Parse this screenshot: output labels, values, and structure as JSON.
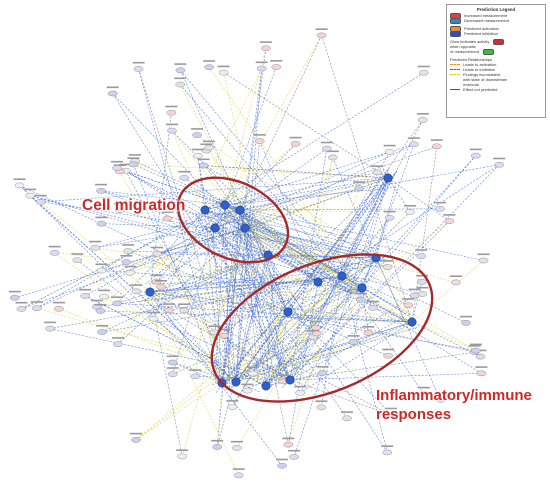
{
  "legend": {
    "title": "Prediction Legend",
    "measurement_items": [
      {
        "label": "Increased measurement",
        "color": "#e0413a"
      },
      {
        "label": "Decreased measurement",
        "color": "#3a7ed6"
      }
    ],
    "prediction_items": [
      {
        "label": "Predicted activation",
        "color": "#f08a2a"
      },
      {
        "label": "Predicted inhibition",
        "color": "#2a4fd0"
      }
    ],
    "glow_items": [
      {
        "label": "Glow indicates activity",
        "color": "#d82a2a"
      },
      {
        "label": "when opposite",
        "color": ""
      },
      {
        "label": "of measurement",
        "color": "#3bbf3b"
      }
    ],
    "relationships_title": "Predicted Relationships",
    "relationship_items": [
      {
        "label": "Leads to activation",
        "color": "#f08a2a"
      },
      {
        "label": "Leads to inhibition",
        "color": "#3a66d6"
      },
      {
        "label": "Findings inconsistent",
        "color": "#d9d02a"
      },
      {
        "label": "with state of downstream",
        "color": ""
      },
      {
        "label": "molecule",
        "color": ""
      },
      {
        "label": "Effect not predicted",
        "color": "#555555"
      }
    ]
  },
  "clusters": [
    {
      "label": "Cell migration"
    },
    {
      "label_lines": [
        "Inflammatory/immune",
        "responses"
      ]
    }
  ],
  "colors": {
    "inhibition_edge": "#3a66d6",
    "inconsistent_edge": "#d9d02a",
    "not_predicted_edge": "#6e6e6e",
    "hub_node": "#2f5fc8",
    "cluster_outline": "#a52a2a"
  }
}
